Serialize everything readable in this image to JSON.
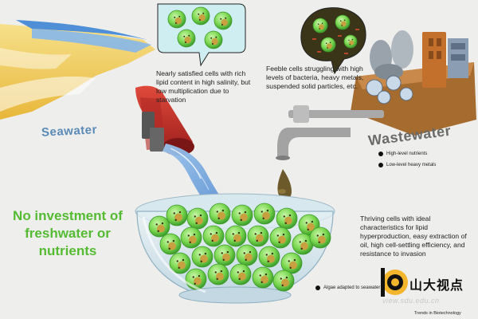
{
  "labels": {
    "seawater": "Seawater",
    "wastewater": "Wastewater",
    "headline": "No investment of freshwater or nutrients"
  },
  "annotations": {
    "seawater_cells": "Nearly satisfied cells with rich lipid content in high salinity, but low multiplication due to starvation",
    "wastewater_cells": "Feeble cells struggling with high levels of bacteria, heavy metals, suspended solid particles, etc.",
    "thriving_cells": "Thriving cells with ideal characteristics for lipid hyperproduction, easy extraction of oil, high cell-settling efficiency, and resistance to invasion"
  },
  "legends": {
    "nutrients": "High-level nutrients",
    "metals": "Low-level heavy metals",
    "algae": "Algae adapted to seawater"
  },
  "watermark": {
    "logo_text": "山大视点",
    "url": "view.sdu.edu.cn"
  },
  "credit": "Trends in Biotechnology",
  "colors": {
    "cell_green": "#7ed957",
    "cell_dark": "#3c9a2a",
    "lipid_droplet": "#c9a040",
    "seawater_yellow": "#f2cf4f",
    "seawater_blue": "#5d8fd6",
    "pipe_red": "#c8302a",
    "headline_green": "#55bb33"
  }
}
